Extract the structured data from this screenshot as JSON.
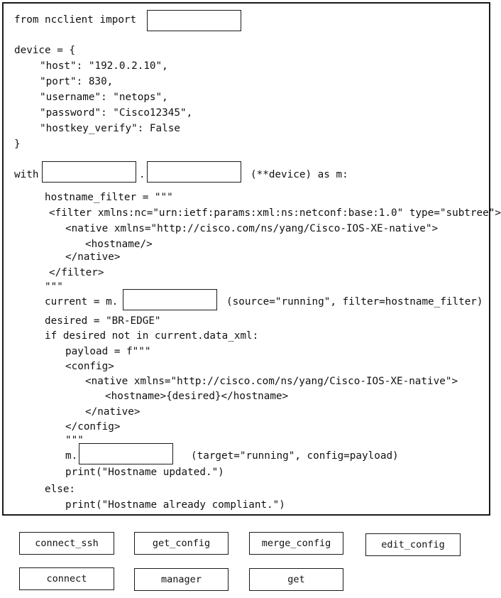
{
  "code": {
    "line_import": "from ncclient import",
    "line_device_open": "device = {",
    "line_host": "\"host\": \"192.0.2.10\",",
    "line_port": "\"port\": 830,",
    "line_username": "\"username\": \"netops\",",
    "line_password": "\"password\": \"Cisco12345\",",
    "line_hostkey": "\"hostkey_verify\": False",
    "line_device_close": "}",
    "line_with_keyword": "with",
    "line_with_dot": ".",
    "line_with_rest": "(**device) as m:",
    "line_filter_assign": "hostname_filter = \"\"\"",
    "line_filter_open": "<filter xmlns:nc=\"urn:ietf:params:xml:ns:netconf:base:1.0\" type=\"subtree\">",
    "line_native_open": "<native xmlns=\"http://cisco.com/ns/yang/Cisco-IOS-XE-native\">",
    "line_hostname_tag": "<hostname/>",
    "line_native_close": "</native>",
    "line_filter_close": "</filter>",
    "line_triple_quote_1": "\"\"\"",
    "line_current_prefix": "current = m.",
    "line_current_args": "(source=\"running\", filter=hostname_filter)",
    "line_desired": "desired = \"BR-EDGE\"",
    "line_if": "if desired not in current.data_xml:",
    "line_payload": "payload = f\"\"\"",
    "line_config_open": "<config>",
    "line_native2_open": "<native xmlns=\"http://cisco.com/ns/yang/Cisco-IOS-XE-native\">",
    "line_hostname_value": "<hostname>{desired}</hostname>",
    "line_native2_close": "</native>",
    "line_config_close": "</config>",
    "line_triple_quote_2": "\"\"\"",
    "line_m_prefix": "m.",
    "line_m_args": "(target=\"running\", config=payload)",
    "line_print_updated": "print(\"Hostname updated.\")",
    "line_else": "else:",
    "line_print_compliant": "print(\"Hostname already compliant.\")"
  },
  "options": [
    {
      "label": "connect_ssh"
    },
    {
      "label": "get_config"
    },
    {
      "label": "merge_config"
    },
    {
      "label": "edit_config"
    },
    {
      "label": "connect"
    },
    {
      "label": "manager"
    },
    {
      "label": "get"
    }
  ]
}
